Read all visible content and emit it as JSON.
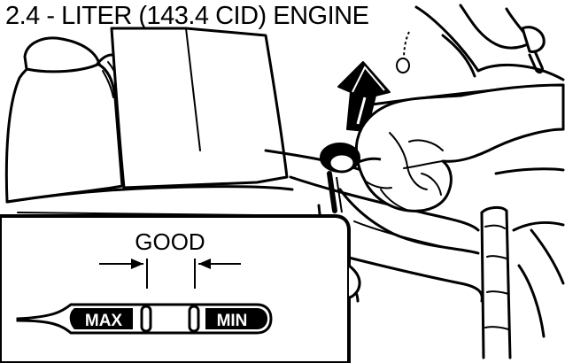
{
  "title": "2.4 - LITER (143.4 CID) ENGINE",
  "inset": {
    "label_good": "GOOD",
    "mark_max": "MAX",
    "mark_min": "MIN"
  },
  "colors": {
    "ink": "#000000",
    "paper": "#ffffff"
  },
  "icons": {
    "pull_direction": "up-arrow-icon"
  }
}
